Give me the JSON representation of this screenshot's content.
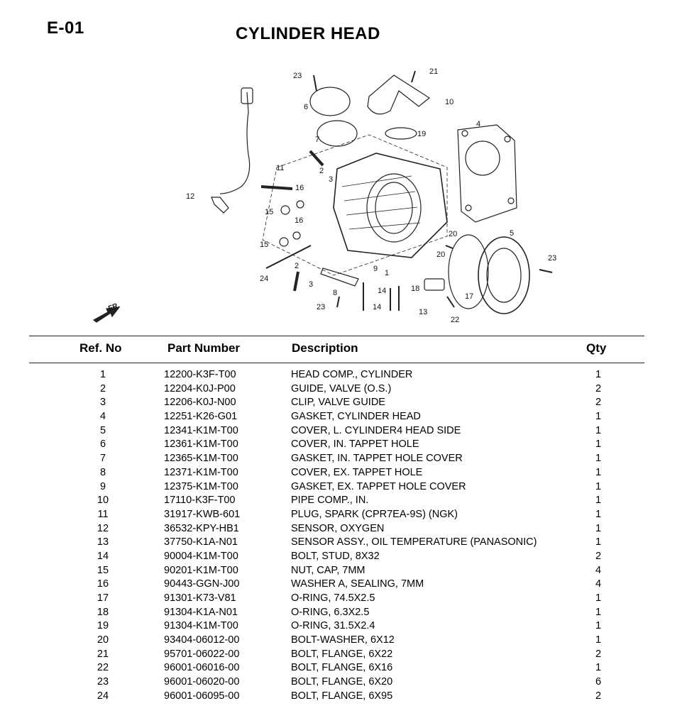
{
  "header": {
    "section_code": "E-01",
    "title": "CYLINDER HEAD"
  },
  "diagram": {
    "front_marker": "FR.",
    "callouts": [
      "1",
      "2",
      "2",
      "3",
      "3",
      "4",
      "5",
      "6",
      "7",
      "8",
      "9",
      "10",
      "11",
      "12",
      "13",
      "14",
      "14",
      "15",
      "15",
      "16",
      "16",
      "17",
      "18",
      "19",
      "20",
      "20",
      "21",
      "22",
      "23",
      "23",
      "23",
      "24"
    ]
  },
  "table": {
    "columns": {
      "ref": "Ref. No",
      "part": "Part Number",
      "desc": "Description",
      "qty": "Qty"
    },
    "rows": [
      {
        "ref": "1",
        "part": "12200-K3F-T00",
        "desc": "HEAD COMP., CYLINDER",
        "qty": "1"
      },
      {
        "ref": "2",
        "part": "12204-K0J-P00",
        "desc": "GUIDE, VALVE (O.S.)",
        "qty": "2"
      },
      {
        "ref": "3",
        "part": "12206-K0J-N00",
        "desc": "CLIP, VALVE GUIDE",
        "qty": "2"
      },
      {
        "ref": "4",
        "part": "12251-K26-G01",
        "desc": "GASKET, CYLINDER HEAD",
        "qty": "1"
      },
      {
        "ref": "5",
        "part": "12341-K1M-T00",
        "desc": "COVER, L. CYLINDER4 HEAD SIDE",
        "qty": "1"
      },
      {
        "ref": "6",
        "part": "12361-K1M-T00",
        "desc": "COVER, IN. TAPPET HOLE",
        "qty": "1"
      },
      {
        "ref": "7",
        "part": "12365-K1M-T00",
        "desc": "GASKET, IN. TAPPET HOLE COVER",
        "qty": "1"
      },
      {
        "ref": "8",
        "part": "12371-K1M-T00",
        "desc": "COVER, EX. TAPPET HOLE",
        "qty": "1"
      },
      {
        "ref": "9",
        "part": "12375-K1M-T00",
        "desc": "GASKET, EX. TAPPET HOLE COVER",
        "qty": "1"
      },
      {
        "ref": "10",
        "part": "17110-K3F-T00",
        "desc": "PIPE COMP., IN.",
        "qty": "1"
      },
      {
        "ref": "11",
        "part": "31917-KWB-601",
        "desc": "PLUG, SPARK (CPR7EA-9S) (NGK)",
        "qty": "1"
      },
      {
        "ref": "12",
        "part": "36532-KPY-HB1",
        "desc": "SENSOR, OXYGEN",
        "qty": "1"
      },
      {
        "ref": "13",
        "part": "37750-K1A-N01",
        "desc": "SENSOR ASSY., OIL TEMPERATURE (PANASONIC)",
        "qty": "1"
      },
      {
        "ref": "14",
        "part": "90004-K1M-T00",
        "desc": "BOLT, STUD, 8X32",
        "qty": "2"
      },
      {
        "ref": "15",
        "part": "90201-K1M-T00",
        "desc": "NUT, CAP, 7MM",
        "qty": "4"
      },
      {
        "ref": "16",
        "part": "90443-GGN-J00",
        "desc": "WASHER A, SEALING, 7MM",
        "qty": "4"
      },
      {
        "ref": "17",
        "part": "91301-K73-V81",
        "desc": "O-RING, 74.5X2.5",
        "qty": "1"
      },
      {
        "ref": "18",
        "part": "91304-K1A-N01",
        "desc": "O-RING, 6.3X2.5",
        "qty": "1"
      },
      {
        "ref": "19",
        "part": "91304-K1M-T00",
        "desc": "O-RING, 31.5X2.4",
        "qty": "1"
      },
      {
        "ref": "20",
        "part": "93404-06012-00",
        "desc": "BOLT-WASHER, 6X12",
        "qty": "1"
      },
      {
        "ref": "21",
        "part": "95701-06022-00",
        "desc": "BOLT, FLANGE, 6X22",
        "qty": "2"
      },
      {
        "ref": "22",
        "part": "96001-06016-00",
        "desc": "BOLT, FLANGE, 6X16",
        "qty": "1"
      },
      {
        "ref": "23",
        "part": "96001-06020-00",
        "desc": "BOLT, FLANGE, 6X20",
        "qty": "6"
      },
      {
        "ref": "24",
        "part": "96001-06095-00",
        "desc": "BOLT, FLANGE, 6X95",
        "qty": "2"
      }
    ]
  }
}
